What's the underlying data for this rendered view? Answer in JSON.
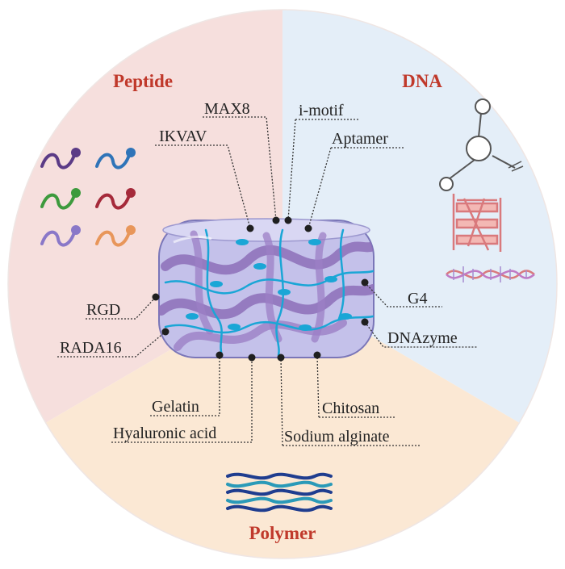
{
  "sectors": {
    "peptide": {
      "title": "Peptide",
      "fill": "#f6dfdd"
    },
    "dna": {
      "title": "DNA",
      "fill": "#e4eef8"
    },
    "polymer": {
      "title": "Polymer",
      "fill": "#fbe8d4"
    }
  },
  "title_color": "#c0392b",
  "labels": {
    "max8": "MAX8",
    "i_motif": "i-motif",
    "ikvav": "IKVAV",
    "aptamer": "Aptamer",
    "rgd": "RGD",
    "g4": "G4",
    "rada16": "RADA16",
    "dnazyme": "DNAzyme",
    "gelatin": "Gelatin",
    "chitosan": "Chitosan",
    "hyaluronic_acid": "Hyaluronic acid",
    "sodium_alginate": "Sodium alginate"
  },
  "colors": {
    "peptide_strands": [
      "#5b3b86",
      "#2f74b8",
      "#3d9a3d",
      "#a52a3a",
      "#8a78c8",
      "#e8965a"
    ],
    "hydrogel_body": "#b9b6e6",
    "fiber_purple": "#8d6fb8",
    "fiber_blue": "#1aa6d6",
    "dna_motif": "#d9797c",
    "polymer_strands": [
      "#1f3d8f",
      "#2a9ab8"
    ]
  },
  "icons": {
    "peptide": "peptide-chain-icon",
    "dna_aptamer": "aptamer-hairpin-icon",
    "dna_g4": "g-quadruplex-icon",
    "dna_helix": "double-helix-icon",
    "polymer": "polymer-chains-icon",
    "hydrogel": "hydrogel-network-icon"
  }
}
